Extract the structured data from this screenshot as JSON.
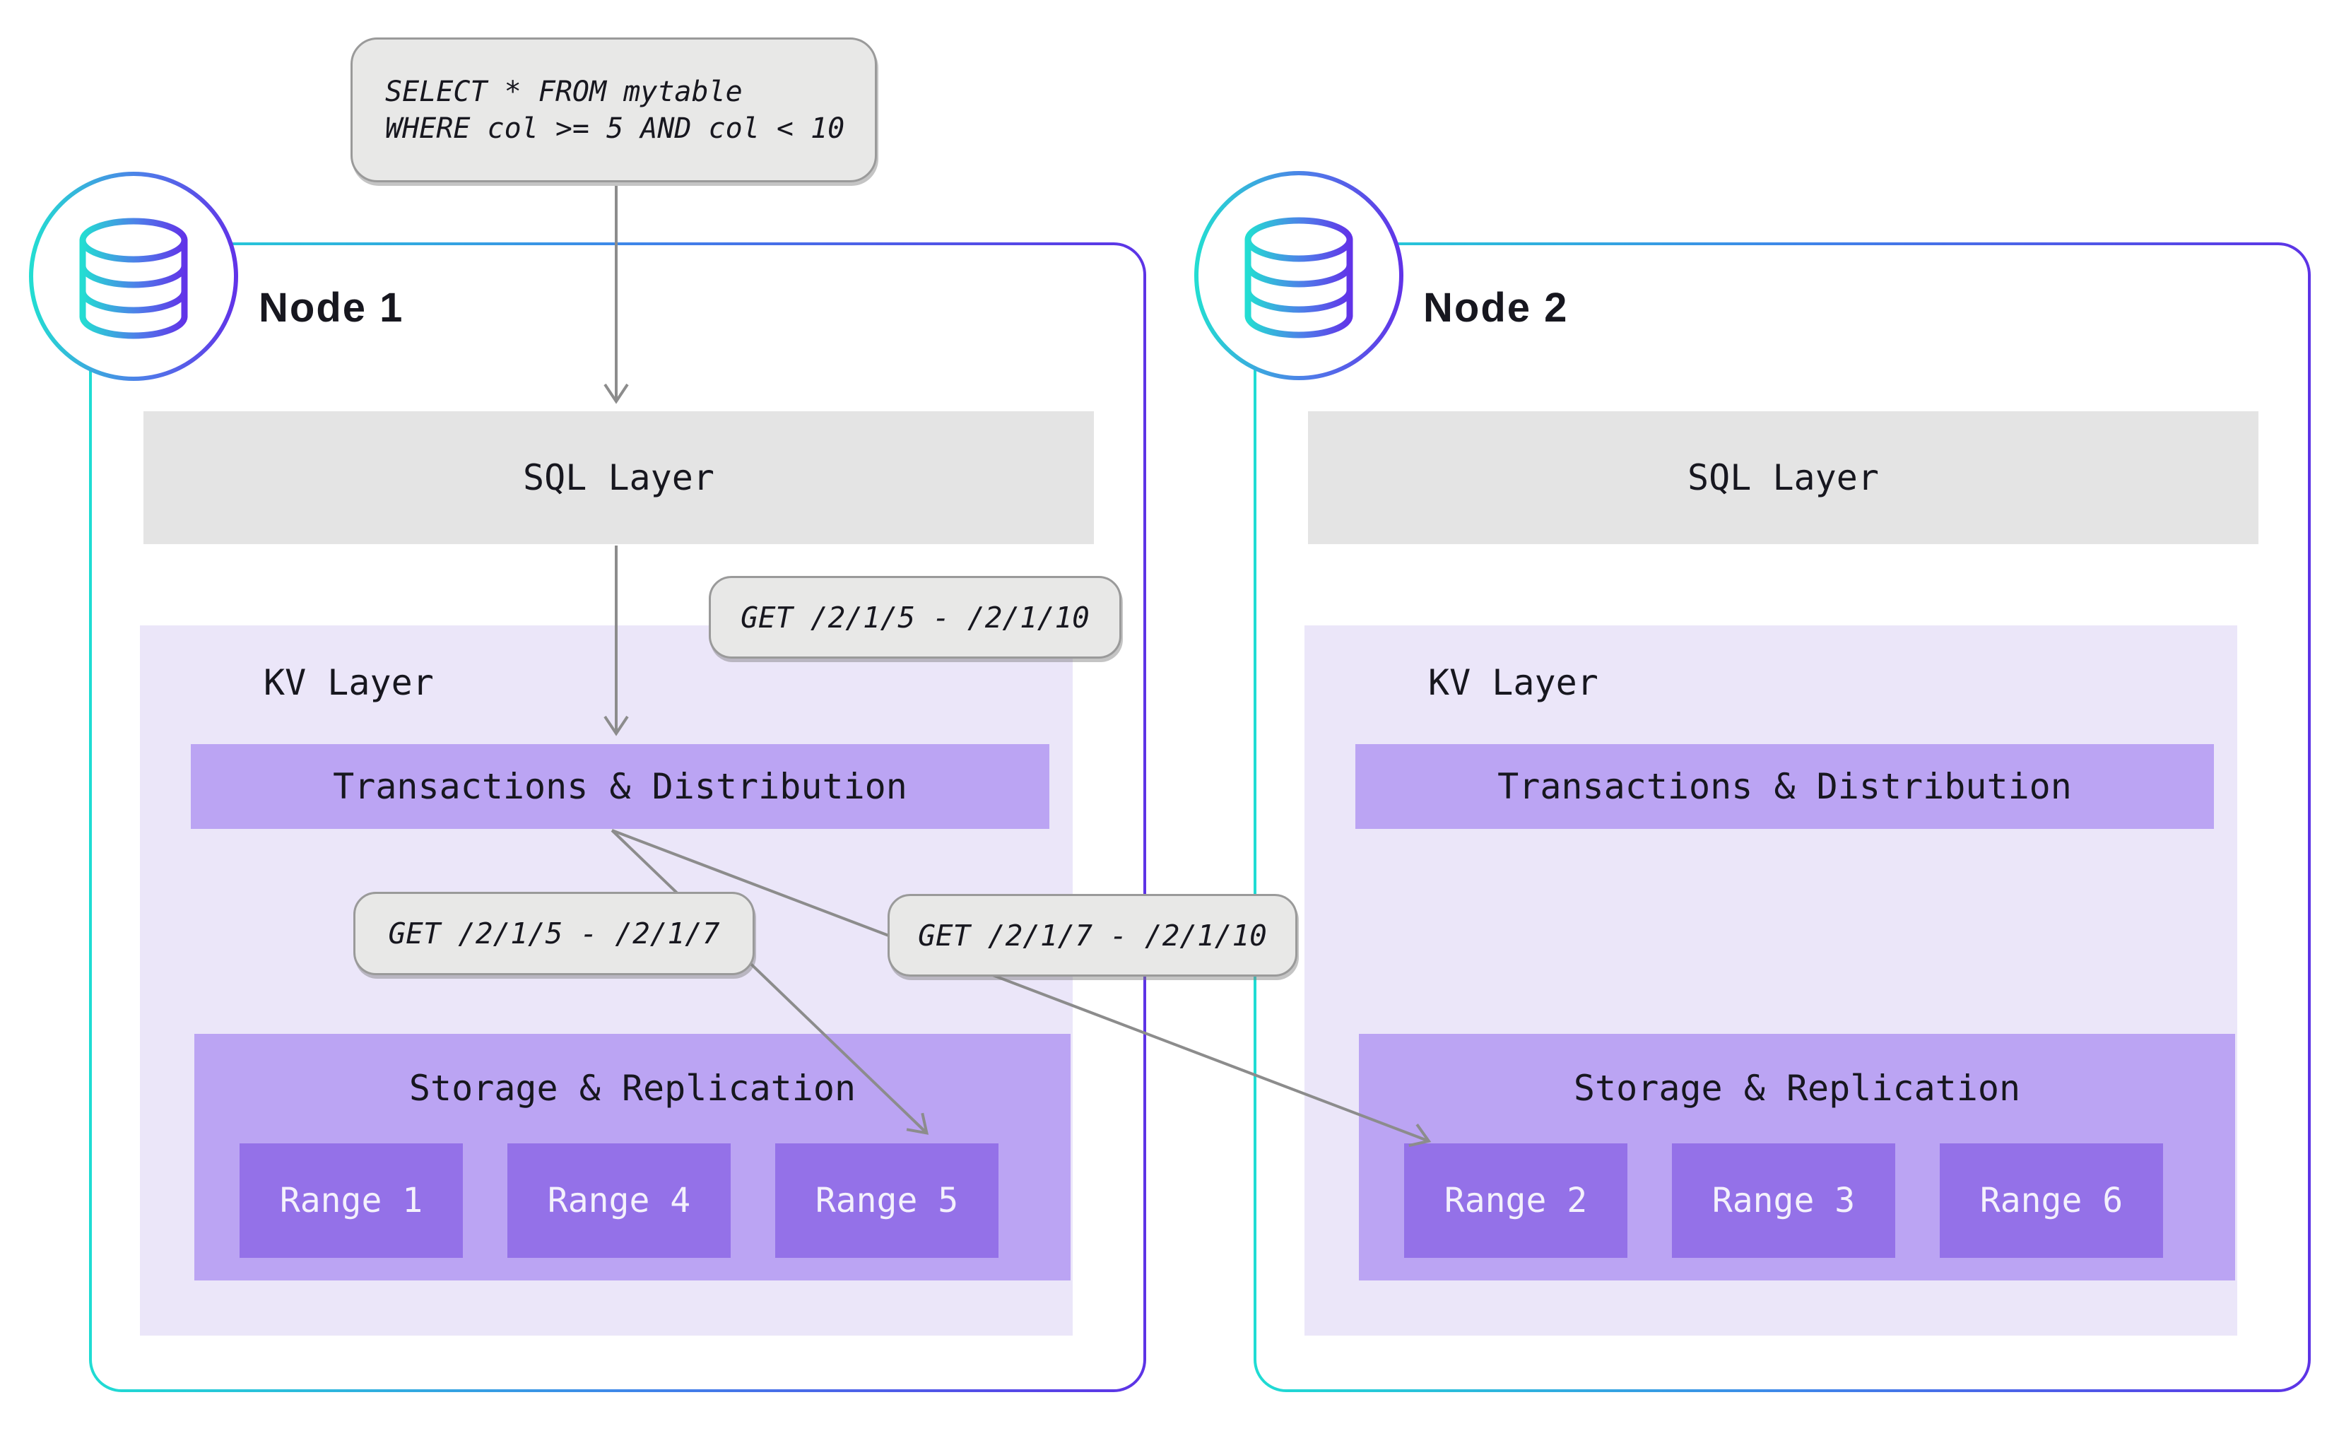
{
  "query_bubble": {
    "line1": "SELECT * FROM mytable",
    "line2": "WHERE col >= 5 AND col < 10"
  },
  "request_bubbles": {
    "full_range": "GET /2/1/5 - /2/1/10",
    "left_split": "GET /2/1/5 - /2/1/7",
    "right_split": "GET /2/1/7 - /2/1/10"
  },
  "nodes": [
    {
      "title": "Node 1",
      "sql_layer": "SQL Layer",
      "kv_layer": "KV Layer",
      "transactions": "Transactions & Distribution",
      "storage": "Storage & Replication",
      "ranges": [
        "Range 1",
        "Range 4",
        "Range 5"
      ]
    },
    {
      "title": "Node 2",
      "sql_layer": "SQL Layer",
      "kv_layer": "KV Layer",
      "transactions": "Transactions & Distribution",
      "storage": "Storage & Replication",
      "ranges": [
        "Range 2",
        "Range 3",
        "Range 6"
      ]
    }
  ],
  "icons": {
    "node1_icon": "database-icon",
    "node2_icon": "database-icon"
  },
  "colors": {
    "accent_teal": "#1fdcd3",
    "accent_indigo": "#5d33e6",
    "sql_layer_grey": "#e4e4e4",
    "kv_layer_bg": "#ebe6f9",
    "layer_purple": "#bba4f3",
    "range_purple": "#9471e8",
    "range_text": "#f4f1fc",
    "arrow_grey": "#8c8c8c",
    "bubble_bg": "#e8e8e7",
    "bubble_border": "#9a9a9a",
    "text_dark": "#17171f"
  }
}
